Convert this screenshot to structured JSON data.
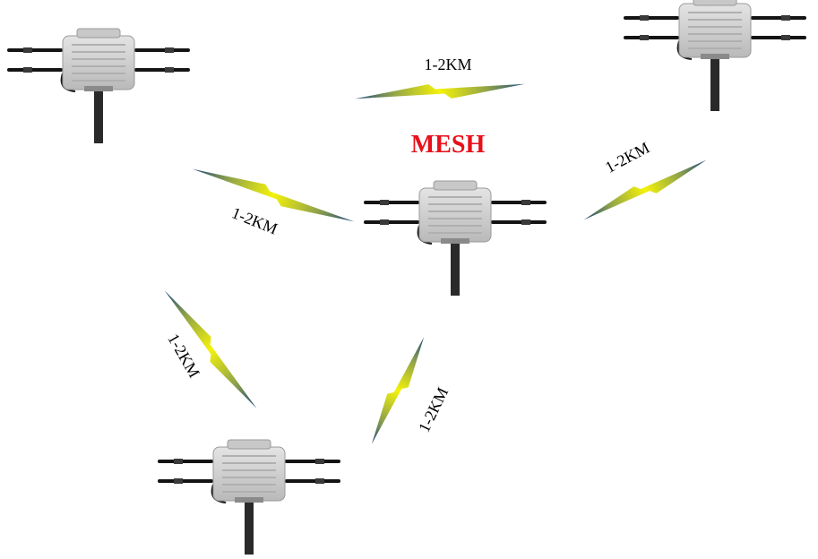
{
  "title": "MESH",
  "title_color": "#e8101a",
  "link_label": "1-2KM",
  "bolt_colors": {
    "light": "#f4f20a",
    "mid": "#c2cc2a",
    "dark": "#1d4a7c"
  },
  "device_colors": {
    "body": "#d2d2d2",
    "rib": "#b4b4b4",
    "antenna": "#141414",
    "pole": "#2a2a2a"
  },
  "nodes": [
    {
      "name": "node-top-left",
      "icon": "outdoor-mesh-ap-icon"
    },
    {
      "name": "node-top-right",
      "icon": "outdoor-mesh-ap-icon"
    },
    {
      "name": "node-center",
      "icon": "outdoor-mesh-ap-icon"
    },
    {
      "name": "node-bottom-left",
      "icon": "outdoor-mesh-ap-icon"
    }
  ],
  "links": [
    {
      "name": "link-top",
      "label": "1-2KM",
      "icon": "lightning-bolt-icon"
    },
    {
      "name": "link-left",
      "label": "1-2KM",
      "icon": "lightning-bolt-icon"
    },
    {
      "name": "link-right",
      "label": "1-2KM",
      "icon": "lightning-bolt-icon"
    },
    {
      "name": "link-bottom-left",
      "label": "1-2KM",
      "icon": "lightning-bolt-icon"
    },
    {
      "name": "link-bottom-right",
      "label": "1-2KM",
      "icon": "lightning-bolt-icon"
    }
  ]
}
